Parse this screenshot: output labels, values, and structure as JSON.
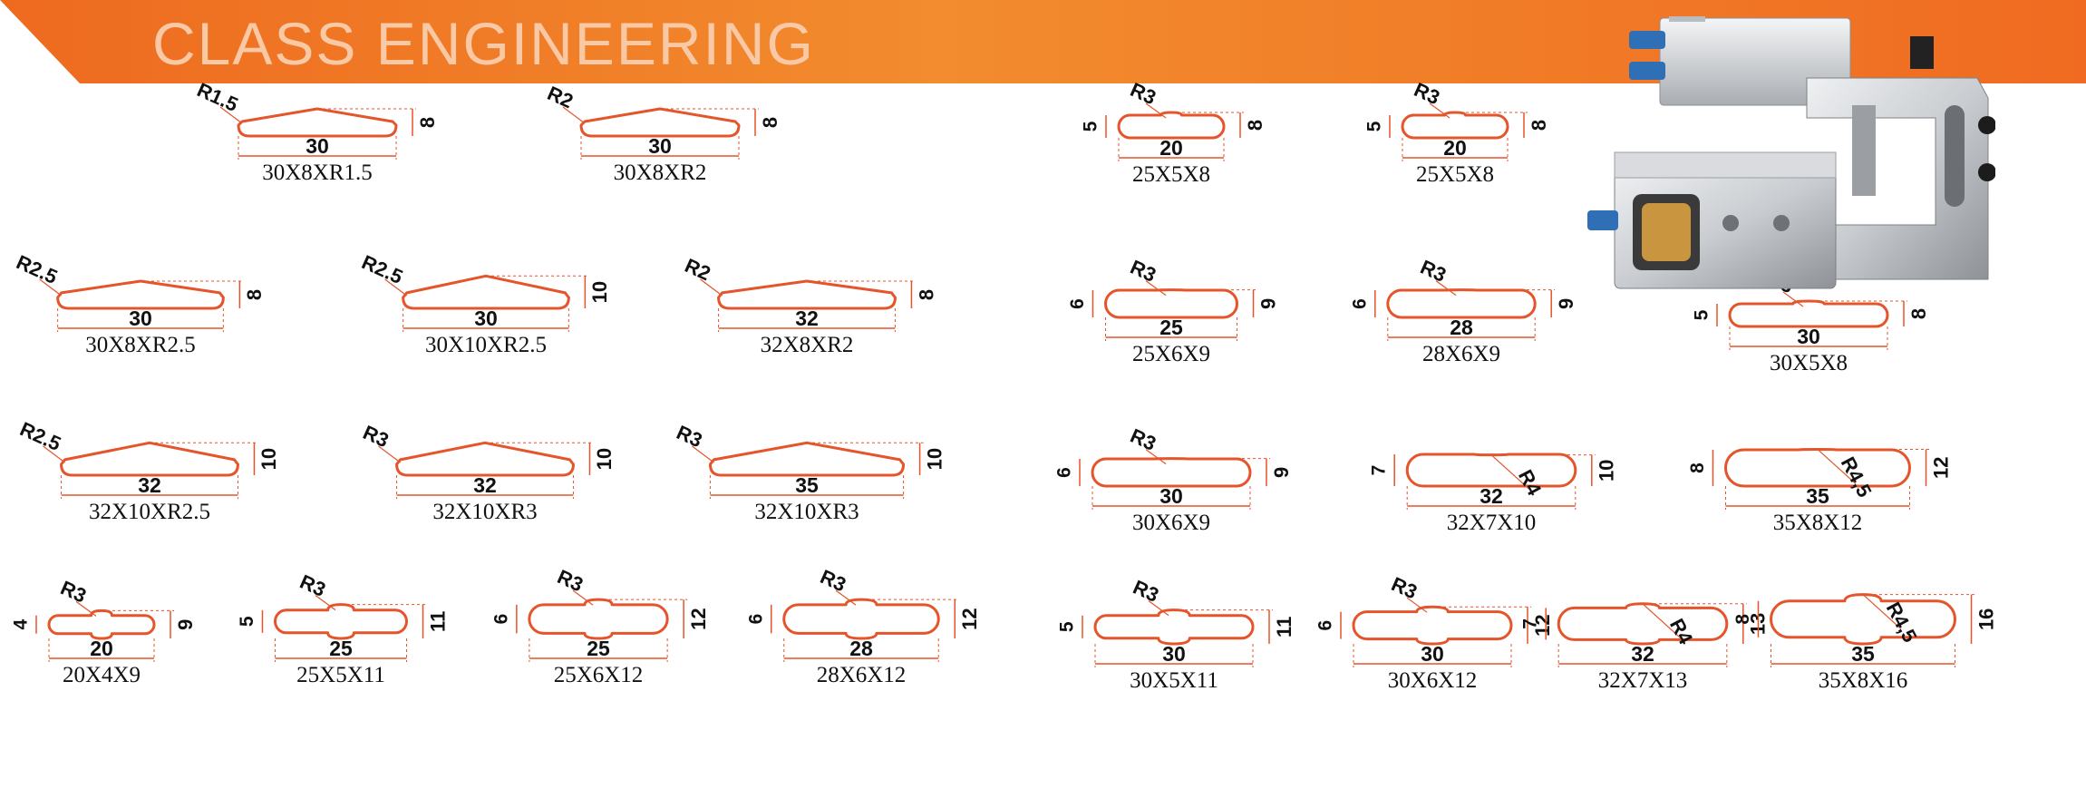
{
  "header": {
    "title": "CLASS ENGINEERING",
    "colors": {
      "start": "#ee6a1f",
      "mid": "#f28c2e",
      "end": "#f06b21",
      "title": "#f8c9a4"
    }
  },
  "colors": {
    "profile": "#e5542a",
    "dimension": "#e5542a",
    "text": "#111111"
  },
  "product_image": {
    "icon": "pneumatic-punch-unit-icon"
  },
  "profiles": [
    {
      "type": "tri",
      "caption": "30X8XR1.5",
      "radius": "R1.5",
      "width": "30",
      "height": "8"
    },
    {
      "type": "tri",
      "caption": "30X8XR2",
      "radius": "R2",
      "width": "30",
      "height": "8"
    },
    {
      "type": "tri",
      "caption": "30X8XR2.5",
      "radius": "R2.5",
      "width": "30",
      "height": "8"
    },
    {
      "type": "tri",
      "caption": "30X10XR2.5",
      "radius": "R2.5",
      "width": "30",
      "height": "10"
    },
    {
      "type": "tri",
      "caption": "32X8XR2",
      "radius": "R2",
      "width": "32",
      "height": "8"
    },
    {
      "type": "tri",
      "caption": "32X10XR2.5",
      "radius": "R2.5",
      "width": "32",
      "height": "10"
    },
    {
      "type": "tri",
      "caption": "32X10XR3",
      "radius": "R3",
      "width": "32",
      "height": "10"
    },
    {
      "type": "tri",
      "caption": "32X10XR3",
      "radius": "R3",
      "width": "35",
      "height": "10"
    },
    {
      "type": "cross",
      "caption": "20X4X9",
      "radius": "R3",
      "width": "20",
      "height": "9",
      "thickness": "4"
    },
    {
      "type": "cross",
      "caption": "25X5X11",
      "radius": "R3",
      "width": "25",
      "height": "11",
      "thickness": "5"
    },
    {
      "type": "cross",
      "caption": "25X6X12",
      "radius": "R3",
      "width": "25",
      "height": "12",
      "thickness": "6"
    },
    {
      "type": "cross",
      "caption": "28X6X12",
      "radius": "R3",
      "width": "28",
      "height": "12",
      "thickness": "6"
    },
    {
      "type": "bump",
      "caption": "25X5X8",
      "radius": "R3",
      "width": "20",
      "height": "8",
      "thickness": "5"
    },
    {
      "type": "bump",
      "caption": "25X5X8",
      "radius": "R3",
      "width": "20",
      "height": "8",
      "thickness": "5"
    },
    {
      "type": "bump",
      "caption": "25X6X9",
      "radius": "R3",
      "width": "25",
      "height": "9",
      "thickness": "6"
    },
    {
      "type": "bump",
      "caption": "28X6X9",
      "radius": "R3",
      "width": "28",
      "height": "9",
      "thickness": "6"
    },
    {
      "type": "bump",
      "caption": "30X5X8",
      "radius": "R3",
      "width": "30",
      "height": "8",
      "thickness": "5"
    },
    {
      "type": "bump",
      "caption": "30X6X9",
      "radius": "R3",
      "width": "30",
      "height": "9",
      "thickness": "6"
    },
    {
      "type": "bump",
      "caption": "32X7X10",
      "radius": "R4",
      "width": "32",
      "height": "10",
      "thickness": "7"
    },
    {
      "type": "bump",
      "caption": "35X8X12",
      "radius": "R4,5",
      "width": "35",
      "height": "12",
      "thickness": "8"
    },
    {
      "type": "cross",
      "caption": "30X5X11",
      "radius": "R3",
      "width": "30",
      "height": "11",
      "thickness": "5"
    },
    {
      "type": "cross",
      "caption": "30X6X12",
      "radius": "R3",
      "width": "30",
      "height": "12",
      "thickness": "6"
    },
    {
      "type": "cross",
      "caption": "32X7X13",
      "radius": "R4",
      "width": "32",
      "height": "13",
      "thickness": "7"
    },
    {
      "type": "cross",
      "caption": "35X8X16",
      "radius": "R4,5",
      "width": "35",
      "height": "16",
      "thickness": "8"
    }
  ]
}
